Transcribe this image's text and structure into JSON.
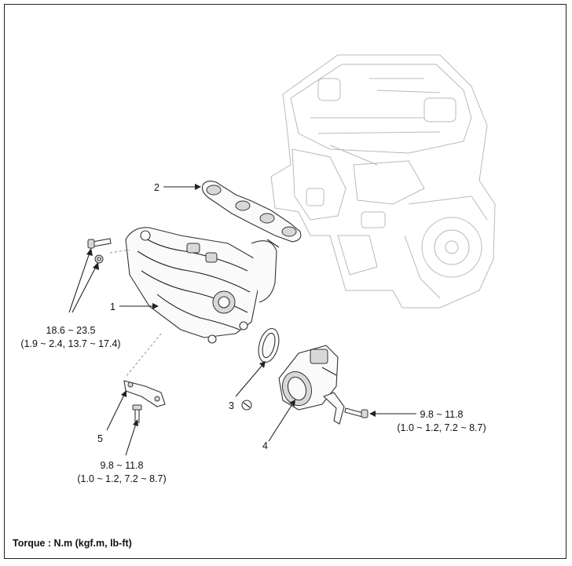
{
  "callouts": {
    "c1": "1",
    "c2": "2",
    "c3": "3",
    "c4": "4",
    "c5": "5"
  },
  "torque_specs": {
    "manifold_nm": "18.6 ~ 23.5",
    "manifold_alt": "(1.9 ~ 2.4, 13.7 ~ 17.4)",
    "bracket_nm": "9.8 ~ 11.8",
    "bracket_alt": "(1.0 ~ 1.2, 7.2 ~ 8.7)",
    "throttle_nm": "9.8 ~ 11.8",
    "throttle_alt": "(1.0 ~ 1.2, 7.2 ~ 8.7)"
  },
  "footer": {
    "torque_note": "Torque : N.m (kgf.m, lb-ft)"
  }
}
